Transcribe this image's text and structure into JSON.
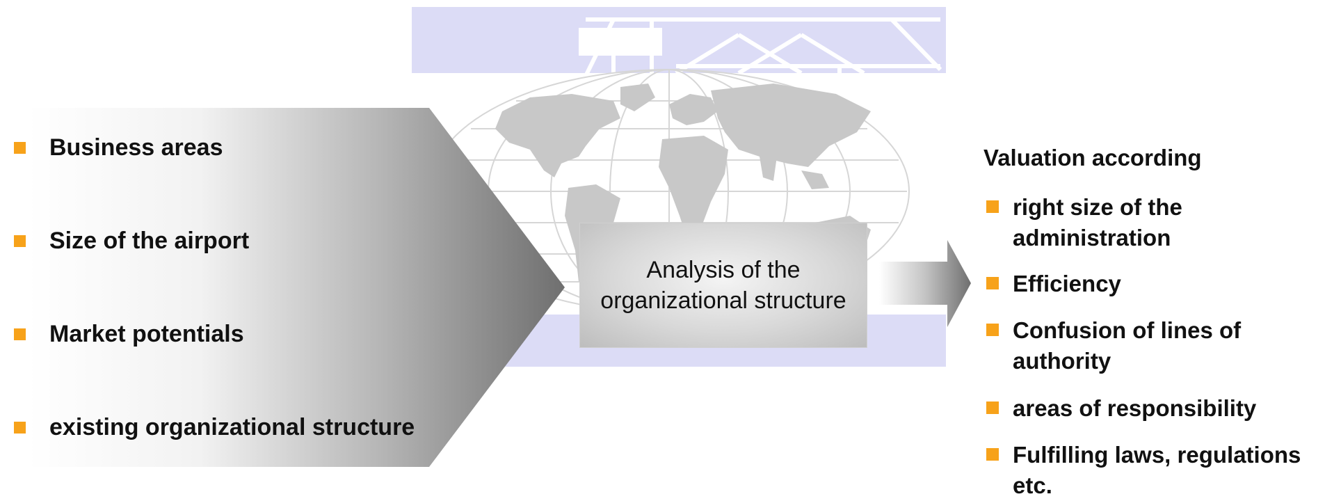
{
  "left_items": [
    {
      "label": "Business areas"
    },
    {
      "label": "Size of the airport"
    },
    {
      "label": "Market potentials"
    },
    {
      "label": "existing organizational structure"
    }
  ],
  "center_box": {
    "text_line1": "Analysis of the",
    "text_line2": "organizational structure"
  },
  "right": {
    "heading": "Valuation according",
    "items": [
      {
        "line1": "right size of the",
        "line2": "administration"
      },
      {
        "line1": "Efficiency",
        "line2": ""
      },
      {
        "line1": "Confusion of lines of",
        "line2": "authority"
      },
      {
        "line1": "areas of responsibility",
        "line2": ""
      },
      {
        "line1": "Fulfilling laws, regulations",
        "line2": "etc."
      }
    ]
  },
  "colors": {
    "bullet": "#f7a21a",
    "panel": "#dcdcf6",
    "map": "#c8c8c8",
    "chevron_dark": "#707070"
  }
}
